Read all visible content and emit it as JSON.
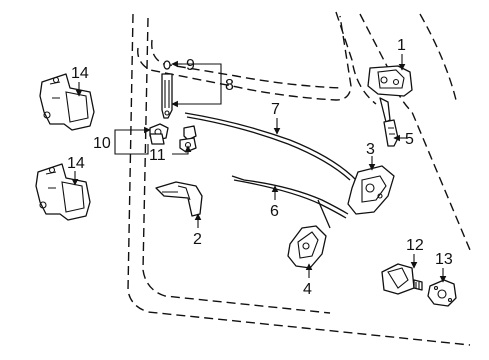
{
  "callouts": {
    "c1": "1",
    "c2": "2",
    "c3": "3",
    "c4": "4",
    "c5": "5",
    "c6": "6",
    "c7": "7",
    "c8": "8",
    "c9": "9",
    "c10": "10",
    "c11": "11",
    "c12": "12",
    "c13": "13",
    "c14a": "14",
    "c14b": "14"
  }
}
